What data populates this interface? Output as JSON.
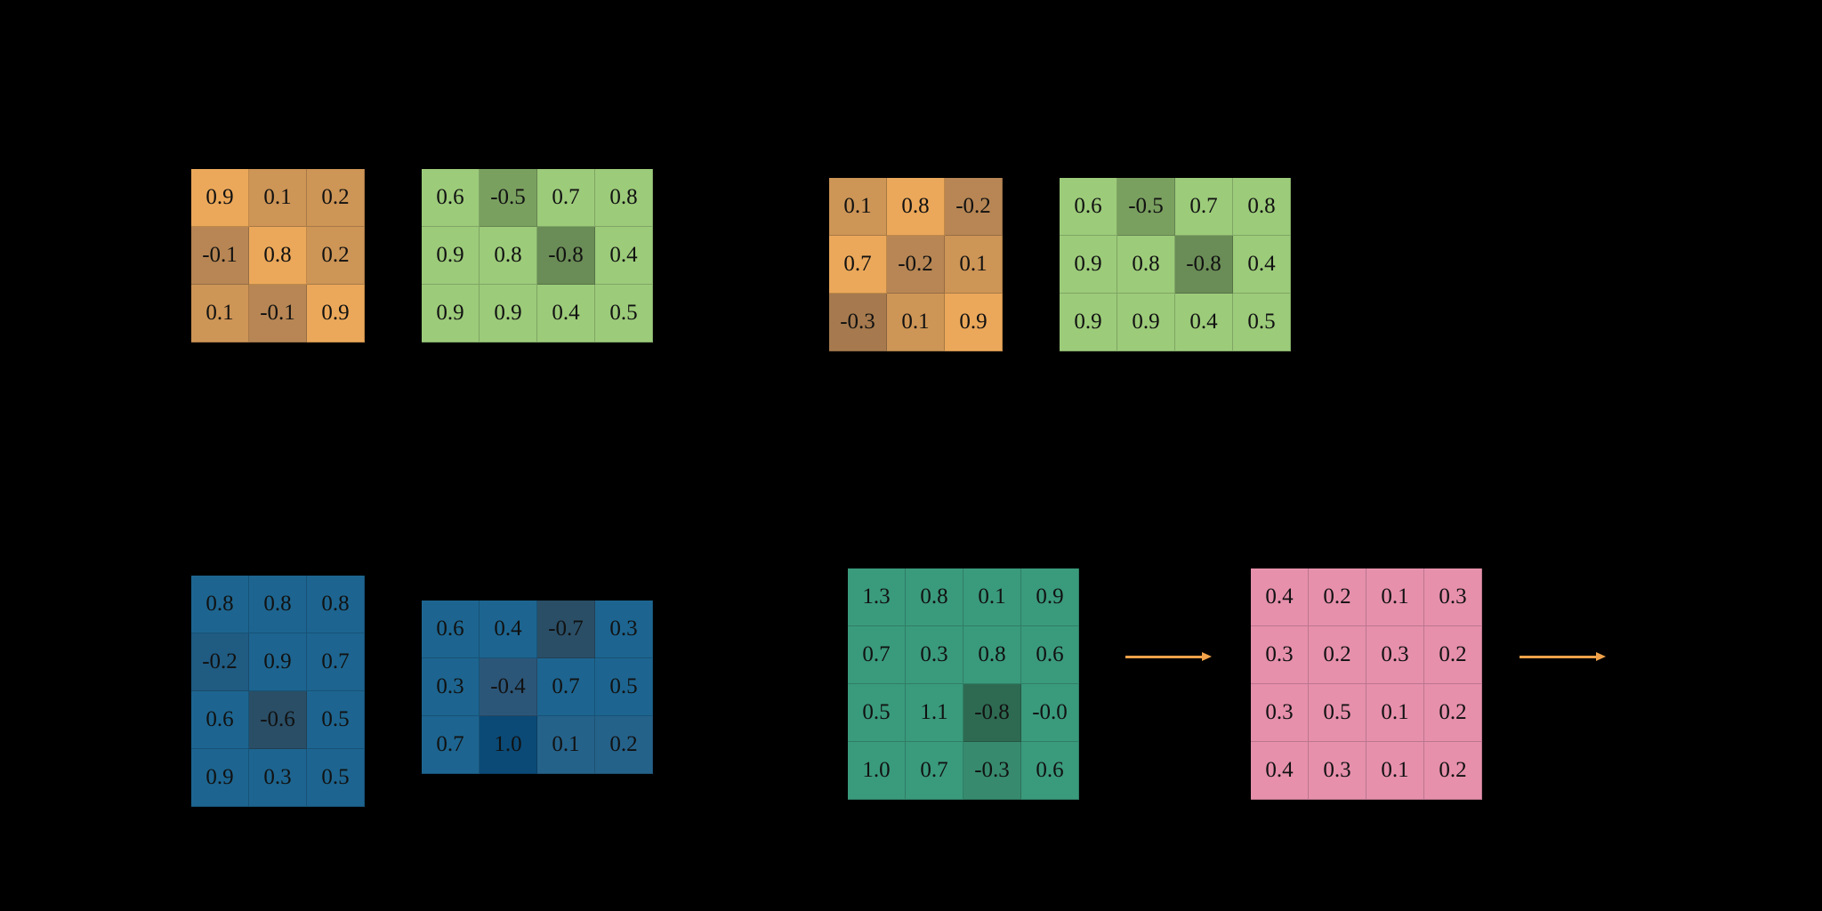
{
  "matrices": [
    {
      "name": "kernel-orange-a",
      "rows": [
        [
          "0.9",
          "0.1",
          "0.2"
        ],
        [
          "-0.1",
          "0.8",
          "0.2"
        ],
        [
          "0.1",
          "-0.1",
          "0.9"
        ]
      ],
      "colors": [
        [
          "#eba85a",
          "#cd9556",
          "#cd9556"
        ],
        [
          "#b78654",
          "#eba85a",
          "#cd9556"
        ],
        [
          "#cd9556",
          "#b78654",
          "#eba85a"
        ]
      ]
    },
    {
      "name": "matrix-green-a",
      "rows": [
        [
          "0.6",
          "-0.5",
          "0.7",
          "0.8"
        ],
        [
          "0.9",
          "0.8",
          "-0.8",
          "0.4"
        ],
        [
          "0.9",
          "0.9",
          "0.4",
          "0.5"
        ]
      ],
      "colors": [
        [
          "#9ccb7a",
          "#7aa060",
          "#9ccb7a",
          "#9ccb7a"
        ],
        [
          "#9ccb7a",
          "#9ccb7a",
          "#6a8c56",
          "#9ccb7a"
        ],
        [
          "#9ccb7a",
          "#9ccb7a",
          "#9ccb7a",
          "#9ccb7a"
        ]
      ]
    },
    {
      "name": "kernel-orange-b",
      "rows": [
        [
          "0.1",
          "0.8",
          "-0.2"
        ],
        [
          "0.7",
          "-0.2",
          "0.1"
        ],
        [
          "-0.3",
          "0.1",
          "0.9"
        ]
      ],
      "colors": [
        [
          "#cd9556",
          "#eba85a",
          "#b78654"
        ],
        [
          "#eba85a",
          "#b78654",
          "#cd9556"
        ],
        [
          "#a67a4e",
          "#cd9556",
          "#eba85a"
        ]
      ]
    },
    {
      "name": "matrix-green-b",
      "rows": [
        [
          "0.6",
          "-0.5",
          "0.7",
          "0.8"
        ],
        [
          "0.9",
          "0.8",
          "-0.8",
          "0.4"
        ],
        [
          "0.9",
          "0.9",
          "0.4",
          "0.5"
        ]
      ],
      "colors": [
        [
          "#9ccb7a",
          "#7aa060",
          "#9ccb7a",
          "#9ccb7a"
        ],
        [
          "#9ccb7a",
          "#9ccb7a",
          "#6a8c56",
          "#9ccb7a"
        ],
        [
          "#9ccb7a",
          "#9ccb7a",
          "#9ccb7a",
          "#9ccb7a"
        ]
      ]
    },
    {
      "name": "matrix-blue-a",
      "rows": [
        [
          "0.8",
          "0.8",
          "0.8"
        ],
        [
          "-0.2",
          "0.9",
          "0.7"
        ],
        [
          "0.6",
          "-0.6",
          "0.5"
        ],
        [
          "0.9",
          "0.3",
          "0.5"
        ]
      ],
      "colors": [
        [
          "#1d6590",
          "#1d6590",
          "#1d6590"
        ],
        [
          "#205b82",
          "#1d6590",
          "#1d6590"
        ],
        [
          "#1d6590",
          "#2a4e66",
          "#1d6590"
        ],
        [
          "#1d6590",
          "#1d6590",
          "#1d6590"
        ]
      ]
    },
    {
      "name": "matrix-blue-b",
      "rows": [
        [
          "0.6",
          "0.4",
          "-0.7",
          "0.3"
        ],
        [
          "0.3",
          "-0.4",
          "0.7",
          "0.5"
        ],
        [
          "0.7",
          "1.0",
          "0.1",
          "0.2"
        ]
      ],
      "colors": [
        [
          "#1d6590",
          "#1d6590",
          "#2a4e66",
          "#1d6590"
        ],
        [
          "#1d6590",
          "#2c5678",
          "#1d6590",
          "#1d6590"
        ],
        [
          "#1d6590",
          "#0b4a76",
          "#25628a",
          "#25628a"
        ]
      ]
    },
    {
      "name": "matrix-teal-sum",
      "rows": [
        [
          "1.3",
          "0.8",
          "0.1",
          "0.9"
        ],
        [
          "0.7",
          "0.3",
          "0.8",
          "0.6"
        ],
        [
          "0.5",
          "1.1",
          "-0.8",
          "-0.0"
        ],
        [
          "1.0",
          "0.7",
          "-0.3",
          "0.6"
        ]
      ],
      "colors": [
        [
          "#3a9a7c",
          "#3a9a7c",
          "#3a9a7c",
          "#3a9a7c"
        ],
        [
          "#3a9a7c",
          "#3a9a7c",
          "#3a9a7c",
          "#3a9a7c"
        ],
        [
          "#3a9a7c",
          "#3a9a7c",
          "#2e6a52",
          "#3a9a7c"
        ],
        [
          "#3a9a7c",
          "#3a9a7c",
          "#378a6e",
          "#3a9a7c"
        ]
      ]
    },
    {
      "name": "matrix-pink-output",
      "rows": [
        [
          "0.4",
          "0.2",
          "0.1",
          "0.3"
        ],
        [
          "0.3",
          "0.2",
          "0.3",
          "0.2"
        ],
        [
          "0.3",
          "0.5",
          "0.1",
          "0.2"
        ],
        [
          "0.4",
          "0.3",
          "0.1",
          "0.2"
        ]
      ],
      "colors": [
        [
          "#e690ac",
          "#e690ac",
          "#e690ac",
          "#e690ac"
        ],
        [
          "#e690ac",
          "#e690ac",
          "#e690ac",
          "#e690ac"
        ],
        [
          "#e690ac",
          "#e690ac",
          "#e690ac",
          "#e690ac"
        ],
        [
          "#e690ac",
          "#e690ac",
          "#e690ac",
          "#e690ac"
        ]
      ]
    }
  ],
  "colors": {
    "background": "#000000",
    "arrow": "#f2a24a"
  }
}
